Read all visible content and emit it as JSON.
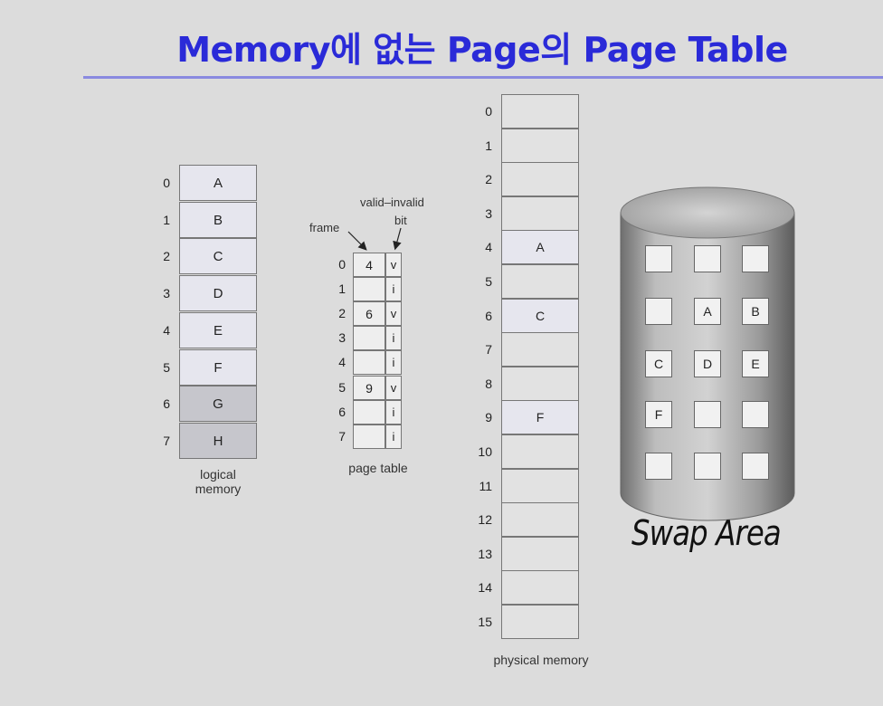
{
  "title": "Memory에 없는 Page의 Page Table",
  "logical_memory": {
    "caption_line1": "logical",
    "caption_line2": "memory",
    "rows": [
      {
        "index": "0",
        "label": "A"
      },
      {
        "index": "1",
        "label": "B"
      },
      {
        "index": "2",
        "label": "C"
      },
      {
        "index": "3",
        "label": "D"
      },
      {
        "index": "4",
        "label": "E"
      },
      {
        "index": "5",
        "label": "F"
      },
      {
        "index": "6",
        "label": "G"
      },
      {
        "index": "7",
        "label": "H"
      }
    ]
  },
  "page_table": {
    "caption": "page table",
    "frame_label": "frame",
    "bit_label_line1": "valid–invalid",
    "bit_label_line2": "bit",
    "rows": [
      {
        "index": "0",
        "frame": "4",
        "bit": "v"
      },
      {
        "index": "1",
        "frame": "",
        "bit": "i"
      },
      {
        "index": "2",
        "frame": "6",
        "bit": "v"
      },
      {
        "index": "3",
        "frame": "",
        "bit": "i"
      },
      {
        "index": "4",
        "frame": "",
        "bit": "i"
      },
      {
        "index": "5",
        "frame": "9",
        "bit": "v"
      },
      {
        "index": "6",
        "frame": "",
        "bit": "i"
      },
      {
        "index": "7",
        "frame": "",
        "bit": "i"
      }
    ]
  },
  "physical_memory": {
    "caption": "physical memory",
    "rows": [
      {
        "index": "0",
        "label": ""
      },
      {
        "index": "1",
        "label": ""
      },
      {
        "index": "2",
        "label": ""
      },
      {
        "index": "3",
        "label": ""
      },
      {
        "index": "4",
        "label": "A"
      },
      {
        "index": "5",
        "label": ""
      },
      {
        "index": "6",
        "label": "C"
      },
      {
        "index": "7",
        "label": ""
      },
      {
        "index": "8",
        "label": ""
      },
      {
        "index": "9",
        "label": "F"
      },
      {
        "index": "10",
        "label": ""
      },
      {
        "index": "11",
        "label": ""
      },
      {
        "index": "12",
        "label": ""
      },
      {
        "index": "13",
        "label": ""
      },
      {
        "index": "14",
        "label": ""
      },
      {
        "index": "15",
        "label": ""
      }
    ]
  },
  "swap": {
    "label": "Swap Area",
    "grid": [
      [
        "",
        "",
        ""
      ],
      [
        "",
        "A",
        "B"
      ],
      [
        "C",
        "D",
        "E"
      ],
      [
        "F",
        "",
        ""
      ],
      [
        "",
        "",
        ""
      ]
    ]
  }
}
